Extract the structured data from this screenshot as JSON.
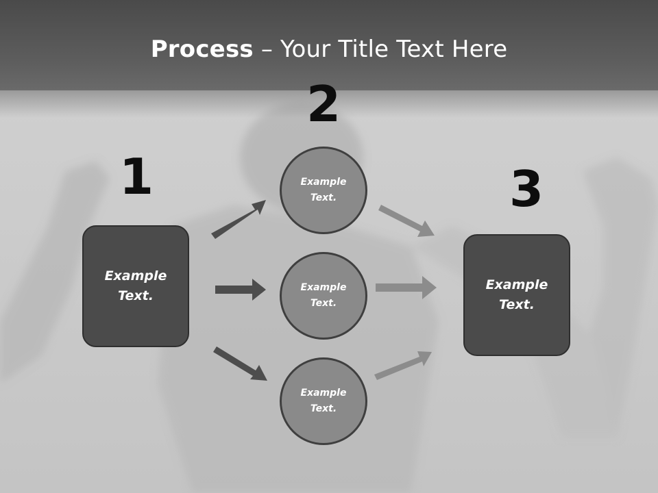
{
  "title": {
    "bold": "Process",
    "rest": " – Your Title Text Here"
  },
  "steps": [
    {
      "number": "1",
      "label": "Example Text."
    },
    {
      "number": "2"
    },
    {
      "number": "3",
      "label": "Example Text."
    }
  ],
  "circles": [
    {
      "label": "Example Text."
    },
    {
      "label": "Example Text."
    },
    {
      "label": "Example Text."
    }
  ],
  "colors": {
    "dark_box": "#4b4b4b",
    "circle": "#8a8a8a",
    "arrow_dark": "#4d4d4d",
    "arrow_light": "#8c8c8c",
    "header": "#555555"
  }
}
